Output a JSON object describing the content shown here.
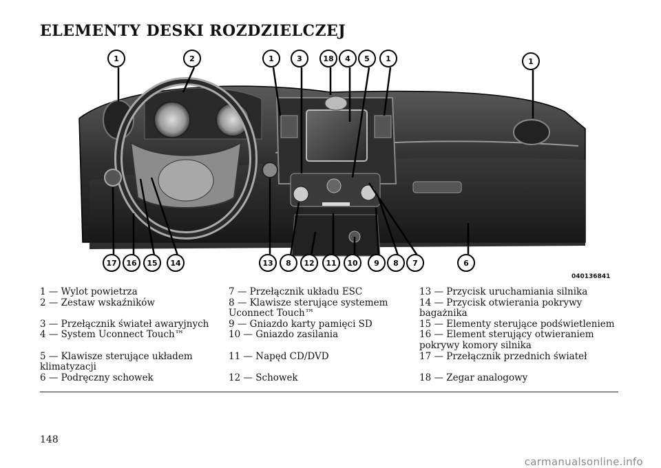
{
  "title": "ELEMENTY DESKI ROZDZIELCZEJ",
  "figure": {
    "code": "040136841",
    "callouts_top": [
      "1",
      "2",
      "1",
      "3",
      "18",
      "4",
      "5",
      "1",
      "1"
    ],
    "callouts_bottom": [
      "17",
      "16",
      "15",
      "14",
      "13",
      "8",
      "12",
      "11",
      "10",
      "9",
      "8",
      "7",
      "6"
    ]
  },
  "legend": {
    "col1": [
      "1 — Wylot powietrza",
      "2 — Zestaw wskaźników",
      "3 — Przełącznik świateł awaryjnych",
      "4 — System Uconnect Touch™",
      "5 — Klawisze sterujące układem klimatyzacji",
      "6 — Podręczny schowek"
    ],
    "col2": [
      "7 — Przełącznik układu ESC",
      "8 — Klawisze sterujące systemem Uconnect Touch™",
      "9 — Gniazdo karty pamięci SD",
      "10 — Gniazdo zasilania",
      "11 — Napęd CD/DVD",
      "12 — Schowek"
    ],
    "col3": [
      "13 — Przycisk uruchamiania silnika",
      "14 — Przycisk otwierania pokrywy bagażnika",
      "15 — Elementy sterujące podświetleniem",
      "16 — Element sterujący otwieraniem pokrywy komory silnika",
      "17 — Przełącznik przednich świateł",
      "18 — Zegar analogowy"
    ]
  },
  "page_number": "148",
  "watermark": "carmanualsonline.info"
}
